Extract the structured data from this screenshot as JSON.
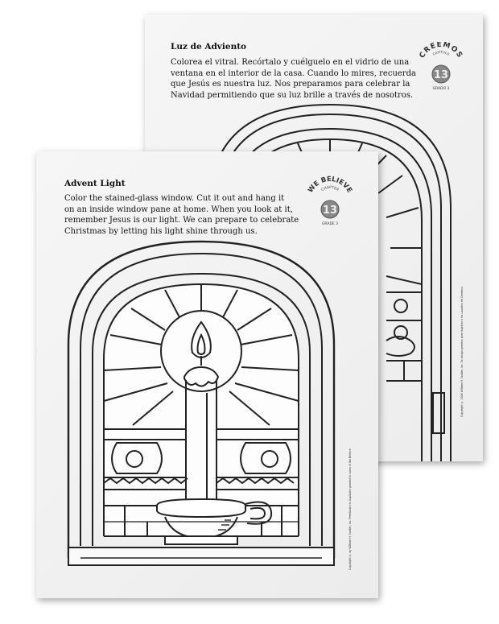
{
  "spanish_sheet": {
    "title": "Luz de Adviento",
    "line1": "Colorea el vitral. Recórtalo y cuélguelo en el vidrio de una",
    "line2": "ventana en el interior de la casa. Cuando lo mires, recuerda",
    "line3": "que Jesús es nuestra luz. Nos preparamos para celebrar la",
    "line4": "Navidad permitiendo que su luz brille a través de nosotros.",
    "badge_word": "CREEMOS",
    "badge_sub": "CAPÍTULO",
    "badge_number": "13",
    "badge_grade": "GRADO 3",
    "copyright": "Copyright © 2008 William H. Sadlier, Inc. Se otorga permiso para duplicar a los usuarios de Creemos."
  },
  "english_sheet": {
    "title": "Advent Light",
    "line1": "Color the stained-glass window. Cut it out and hang it",
    "line2": "on an inside window pane at home. When you look at it,",
    "line3": "remember Jesus is our light. We can prepare to celebrate",
    "line4": "Christmas by letting his light shine through us.",
    "badge_word": "WE BELIEVE",
    "badge_sub": "CHAPTER",
    "badge_number": "13",
    "badge_grade": "GRADE 3",
    "copyright": "Copyright © by William H. Sadlier, Inc. Permission to duplicate granted to users of We Believe."
  }
}
